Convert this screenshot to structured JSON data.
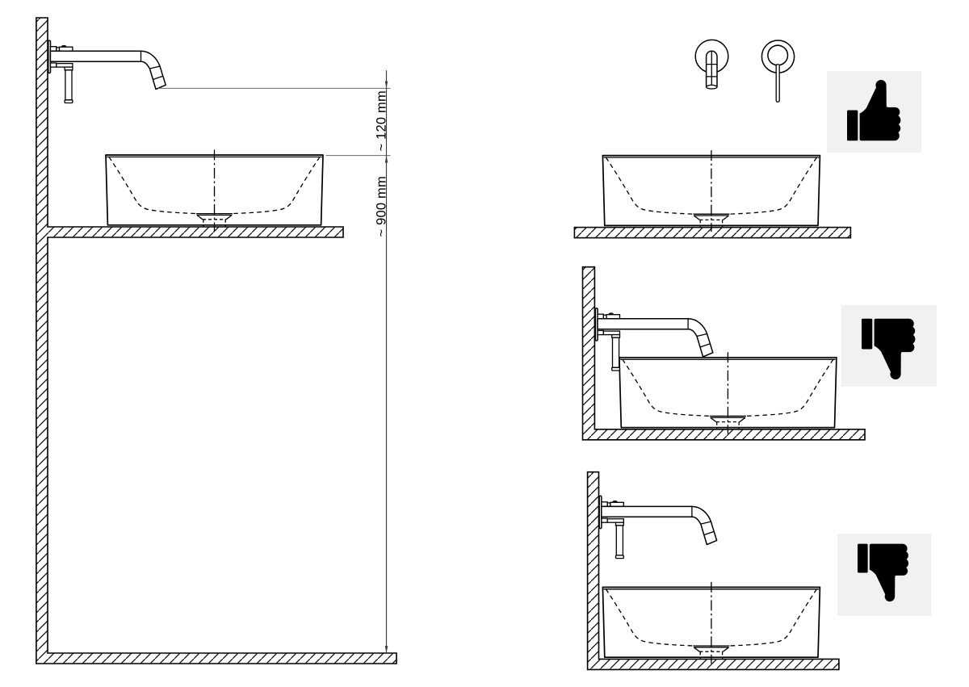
{
  "figure": {
    "type": "technical installation diagram",
    "subject": "wall-mounted basin spout mounting height over countertop washbasin",
    "background": "#ffffff"
  },
  "palette": {
    "ink": "#000000",
    "dimension_line": "#3c3c3c",
    "reference_line": "#7d7d7d",
    "icon_box_bg": "#f1f1f1",
    "icon": "#000000"
  },
  "dimensions": {
    "spout_to_rim": {
      "label": "~ 120 mm"
    },
    "rim_to_floor": {
      "label": "~ 900 mm"
    }
  },
  "panels": {
    "main": {
      "name": "side-view-with-dimensions",
      "parts": [
        "wall",
        "floor",
        "countertop",
        "washbasin",
        "wall-mounted-spout-with-lever"
      ]
    },
    "examples": [
      {
        "name": "front-view-correct-height",
        "verdict_icon": "thumbs-up-icon"
      },
      {
        "name": "side-view-spout-too-low",
        "verdict_icon": "thumbs-down-icon"
      },
      {
        "name": "side-view-too-little-clearance",
        "verdict_icon": "thumbs-down-icon"
      }
    ]
  }
}
